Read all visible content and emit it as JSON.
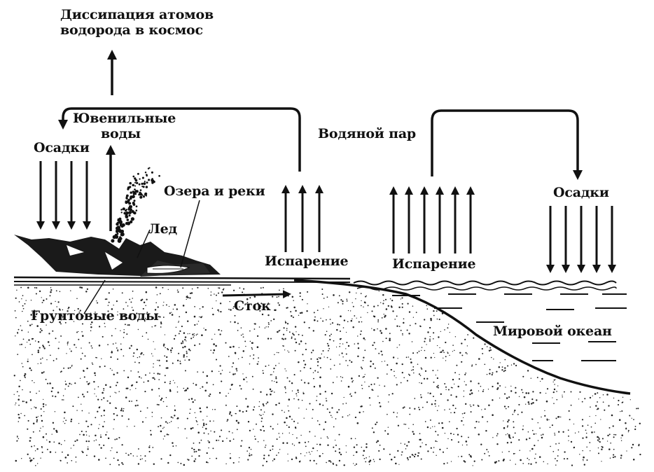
{
  "labels": {
    "dissipation_line1": "Диссипация атомов",
    "dissipation_line2": "водорода в космос",
    "juvenile_line1": "Ювенильные",
    "juvenile_line2": "воды",
    "precipitation_land": "Осадки",
    "water_vapor": "Водяной пар",
    "lakes_rivers": "Озера и реки",
    "ice": "Лед",
    "evaporation_land": "Испарение",
    "evaporation_ocean": "Испарение",
    "precipitation_ocean": "Осадки",
    "groundwater": "Грунтовые воды",
    "runoff": "Сток",
    "world_ocean": "Мировой океан"
  },
  "colors": {
    "ink": "#111111",
    "background": "#ffffff"
  }
}
